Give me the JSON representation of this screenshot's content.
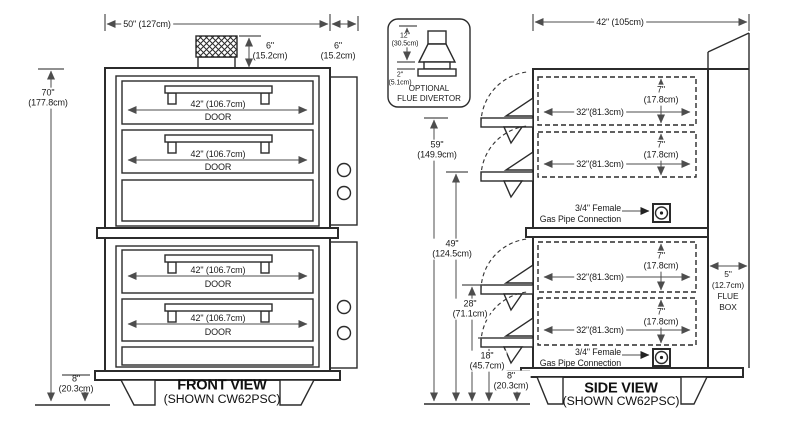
{
  "front_view": {
    "title": "FRONT VIEW",
    "subtitle": "(SHOWN CW62PSC)",
    "width_dim": "50\" (127cm)",
    "height_dim": "70\"\n(177.8cm)",
    "vent_height_dim": "6\"\n(15.2cm)",
    "panel_width_dim": "6\"\n(15.2cm)",
    "leg_height_dim": "8\"\n(20.3cm)",
    "door_width_dim": "42\" (106.7cm)",
    "door_label": "DOOR"
  },
  "flue_divertor": {
    "caption": "OPTIONAL\nFLUE DIVERTOR",
    "height_dim": "12\"\n(30.5cm)",
    "collar_dim": "2\"\n(5.1cm)"
  },
  "side_view": {
    "title": "SIDE VIEW",
    "subtitle": "(SHOWN CW62PSC)",
    "depth_dim": "42\" (105cm)",
    "deck_depth_dim": "32\"(81.3cm)",
    "deck_opening_dim": "7\"\n(17.8cm)",
    "height_59": "59\"\n(149.9cm)",
    "height_49": "49\"\n(124.5cm)",
    "height_28": "28\"\n(71.1cm)",
    "height_18": "18\"\n(45.7cm)",
    "leg_height_dim": "8\"\n(20.3cm)",
    "flue_box_label": "5\"\n(12.7cm)\nFLUE\nBOX",
    "gas_connection_label": "3/4\" Female\nGas Pipe Connection"
  }
}
